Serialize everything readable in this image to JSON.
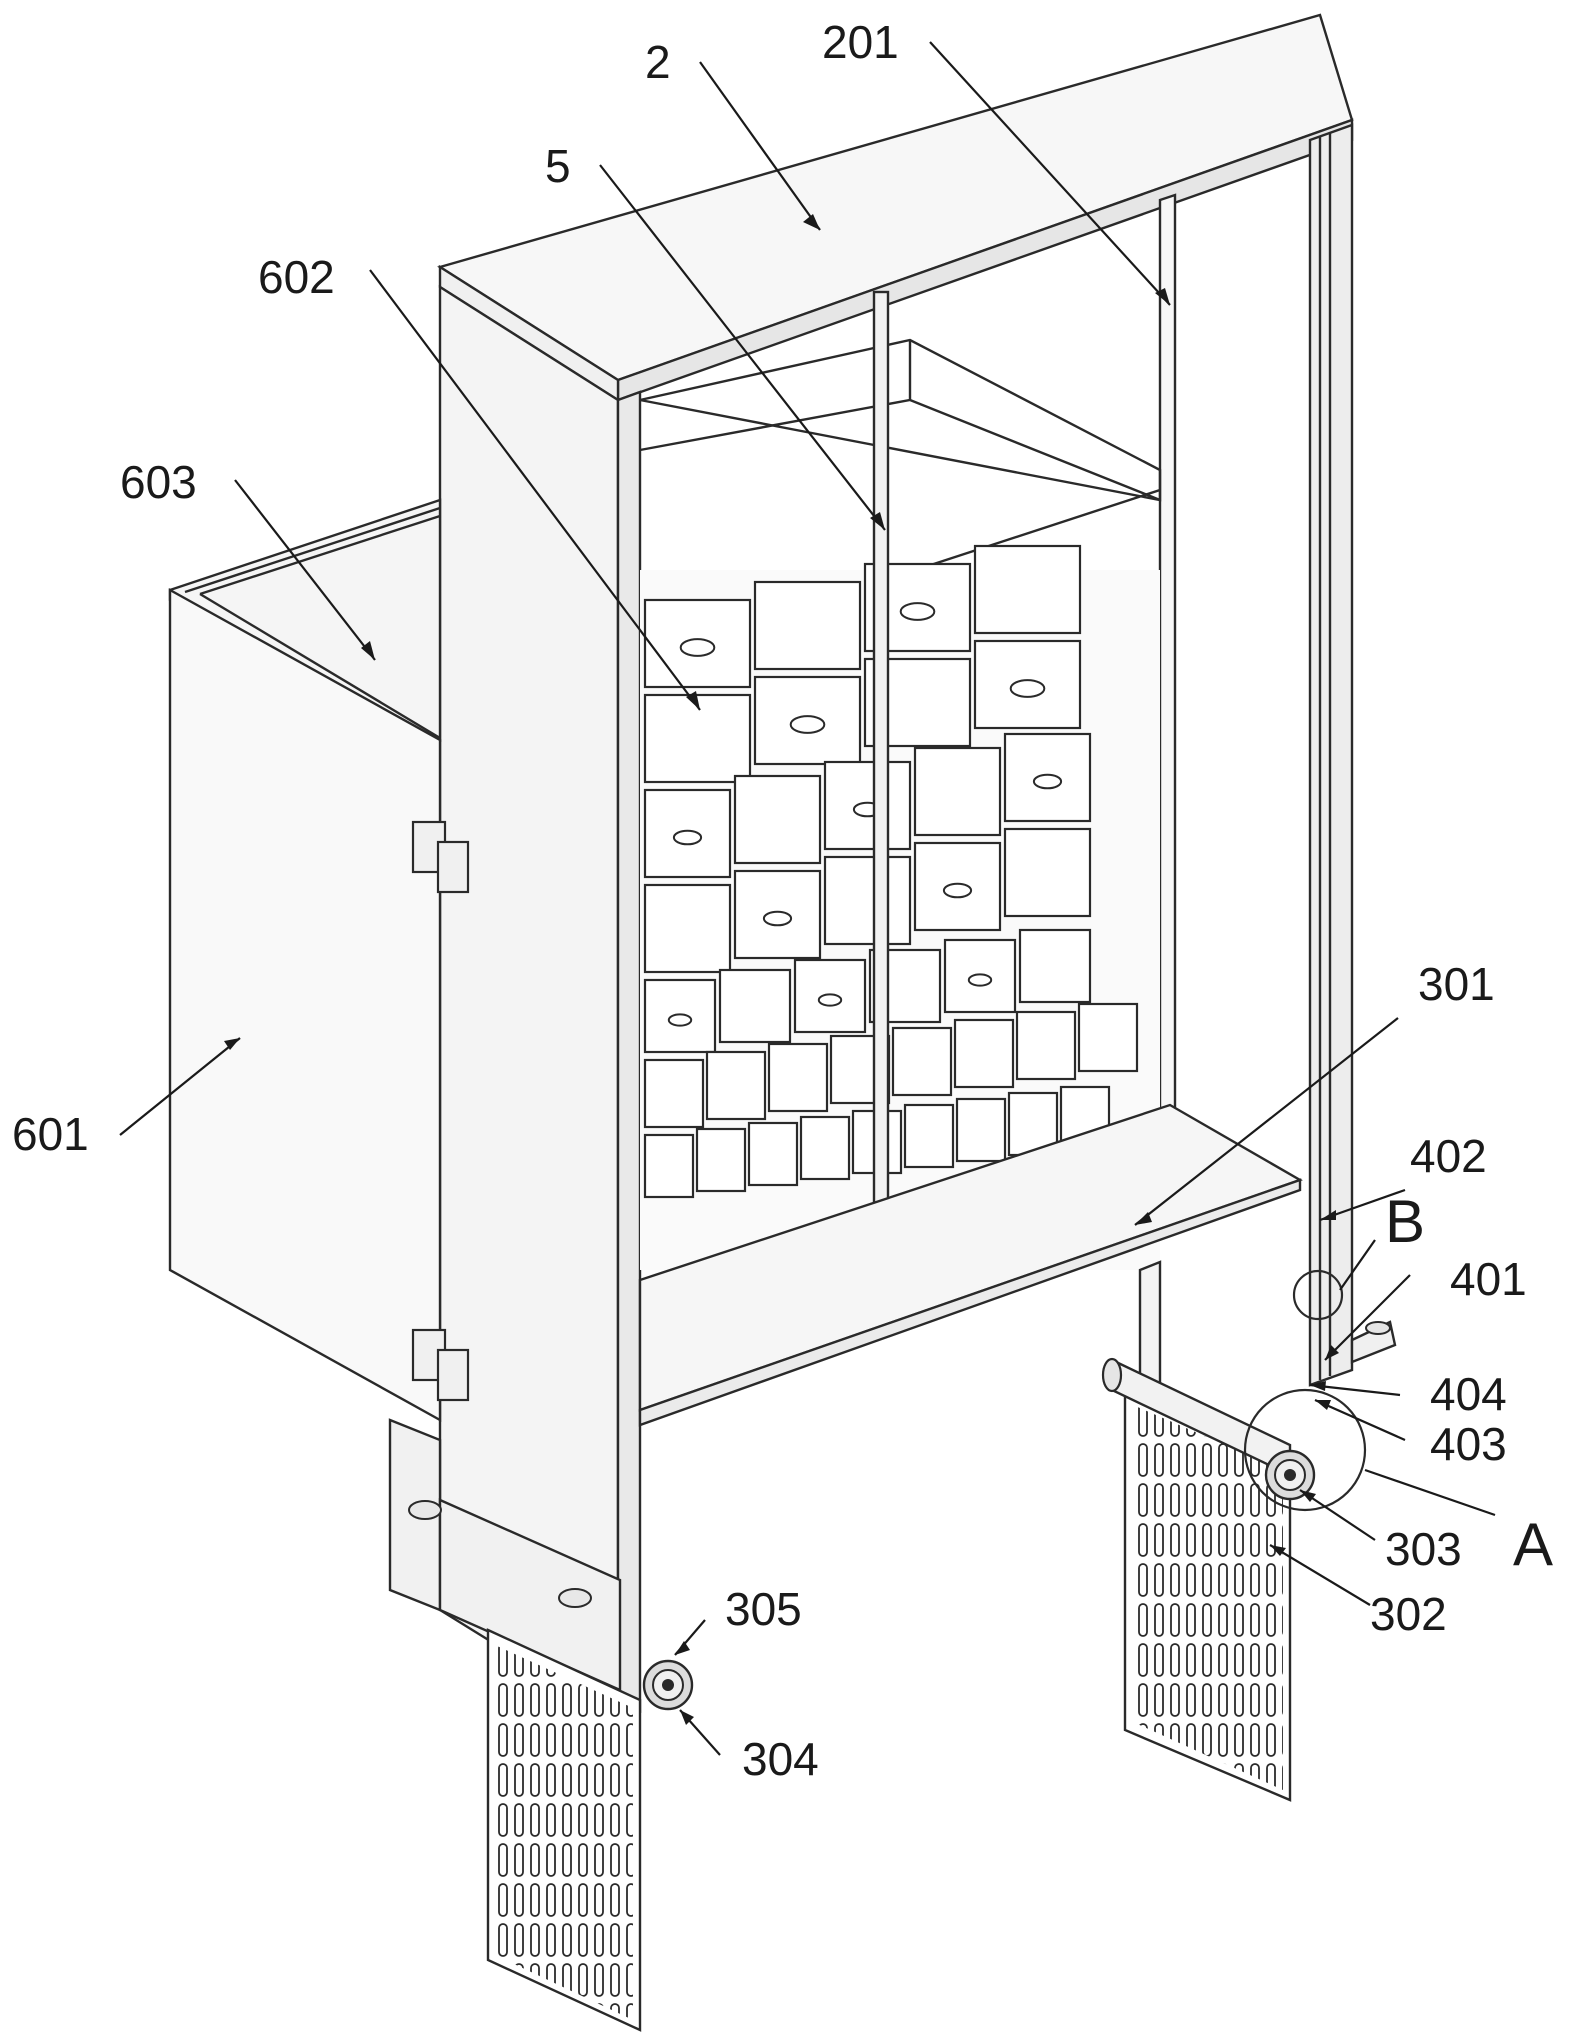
{
  "figure": {
    "labels": {
      "l2": "2",
      "l201": "201",
      "l5": "5",
      "l602": "602",
      "l603": "603",
      "l601": "601",
      "l301": "301",
      "l402": "402",
      "lB": "B",
      "l401": "401",
      "l404": "404",
      "l403": "403",
      "lA": "A",
      "l303": "303",
      "l302": "302",
      "l305": "305",
      "l304": "304"
    }
  }
}
